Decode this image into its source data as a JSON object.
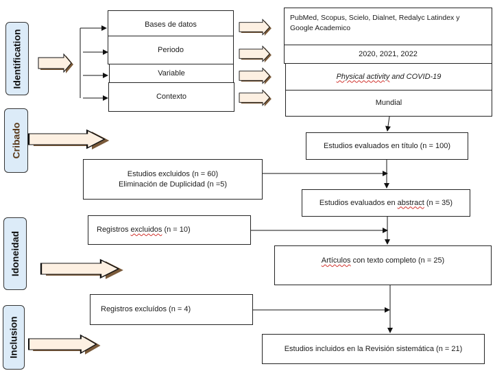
{
  "stages": {
    "identification": "Identification",
    "cribado": "Cribado",
    "idoneidad": "Idoneidad",
    "inclusion": "Inclusion"
  },
  "criteria": {
    "bases": "Bases de datos",
    "periodo": "Periodo",
    "variable": "Variable",
    "contexto": "Contexto"
  },
  "values": {
    "bases_line1": "PubMed, Scopus, Scielo, Dialnet, Redalyc Latindex y",
    "bases_line2": "Google Academico",
    "periodo": "2020, 2021, 2022",
    "variable_a": "Physical activity",
    "variable_b": " and COVID-19",
    "contexto": "Mundial"
  },
  "flow": {
    "titulo": "Estudios evaluados en título (n = 100)",
    "excluidos_1": "Estudios excluidos (n = 60)",
    "excluidos_2": "Eliminación de Duplicidad (n =5)",
    "abstract_a": "Estudios evaluados en ",
    "abstract_b": "abstract",
    "abstract_c": " (n = 35)",
    "registros10_a": "Registros ",
    "registros10_b": "excluidos",
    "registros10_c": " (n = 10)",
    "articulos_a": "Artículos",
    "articulos_b": " con texto completo (n = 25)",
    "registros4": "Registros excluídos (n = 4)",
    "incluidos": "Estudios incluidos en la Revisión sistemática  (n = 21)"
  },
  "colors": {
    "stage_fill": "#dcebf8",
    "block_arrow_fill": "#fdf0e2",
    "block_arrow_shadow": "#7a5a3a",
    "spell_underline": "#d0302b"
  }
}
